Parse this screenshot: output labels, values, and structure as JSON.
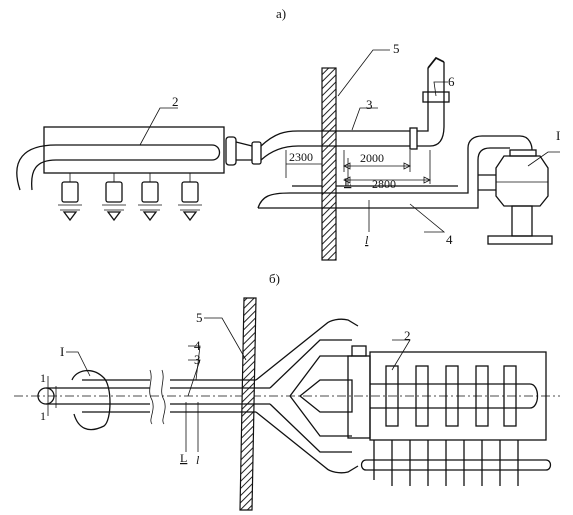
{
  "views": {
    "a": {
      "caption": "а)"
    },
    "b": {
      "caption": "б)"
    }
  },
  "callouts_a": {
    "c1": "I",
    "c2": "2",
    "c3": "3",
    "c4": "4",
    "c5": "5",
    "c6": "6"
  },
  "dimensions_a": {
    "d2300": "2300",
    "d2000": "2000",
    "d2800": "2800",
    "markL": "L",
    "markl": "l"
  },
  "callouts_b": {
    "c1": "I",
    "c2": "2",
    "c3": "3",
    "c4": "4",
    "c5": "5"
  },
  "marks_b": {
    "markL": "L",
    "markl": "l",
    "sec1": "1",
    "sec2": "1"
  }
}
